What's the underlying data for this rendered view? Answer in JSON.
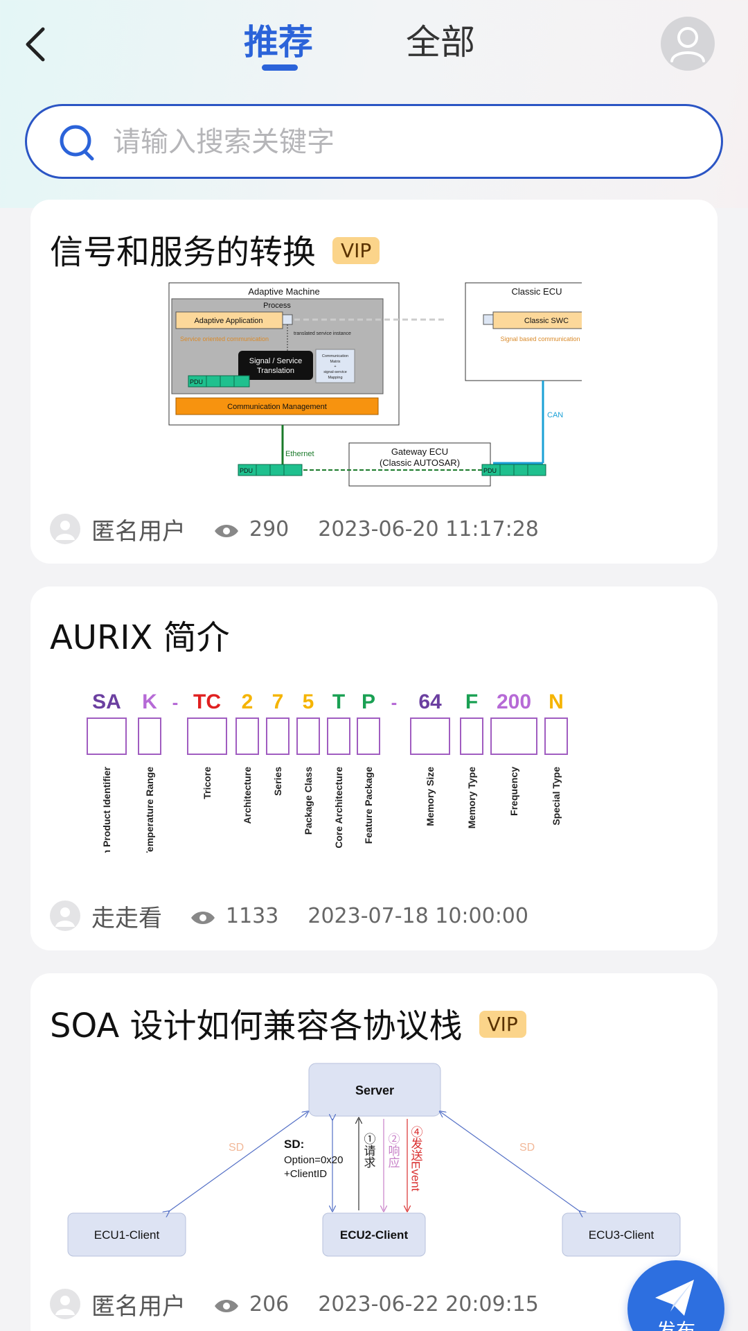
{
  "header": {
    "tabs": [
      {
        "label": "推荐",
        "active": true
      },
      {
        "label": "全部",
        "active": false
      }
    ],
    "accent_color": "#2b63d9"
  },
  "search": {
    "placeholder": "请输入搜索关键字",
    "value": ""
  },
  "articles": [
    {
      "title": "信号和服务的转换",
      "badge": "VIP",
      "author": "匿名用户",
      "views": "290",
      "date": "2023-06-20 11:17:28",
      "diagram": {
        "adaptive_machine": "Adaptive Machine",
        "process": "Process",
        "adaptive_application": "Adaptive Application",
        "translated_instance": "translated service instance",
        "service_comm": "Service oriented communication",
        "signal_service_1": "Signal / Service",
        "signal_service_2": "Translation",
        "comm_matrix_1": "Communication",
        "comm_matrix_2": "Matrix",
        "comm_matrix_3": "+",
        "comm_matrix_4": "signal-service",
        "comm_matrix_5": "Mapping",
        "pdu": "PDU",
        "comm_mgmt": "Communication Management",
        "classic_ecu": "Classic ECU",
        "classic_swc": "Classic SWC",
        "signal_comm": "Signal based communication",
        "can": "CAN",
        "ethernet": "Ethernet",
        "gateway_1": "Gateway ECU",
        "gateway_2": "(Classic AUTOSAR)"
      }
    },
    {
      "title": "AURIX 简介",
      "badge": "",
      "author": "走走看",
      "views": "1133",
      "date": "2023-07-18 10:00:00",
      "diagram": {
        "codes": [
          {
            "code": "SA",
            "color": "#6b3fa0",
            "label": "Infineon Product Identifier"
          },
          {
            "code": "K",
            "color": "#b66ad6",
            "label": "Temperature Range"
          },
          {
            "code": "-",
            "color": "#b66ad6",
            "label": ""
          },
          {
            "code": "TC",
            "color": "#e02020",
            "label": "Tricore"
          },
          {
            "code": "2",
            "color": "#f5b400",
            "label": "Architecture"
          },
          {
            "code": "7",
            "color": "#f5b400",
            "label": "Series"
          },
          {
            "code": "5",
            "color": "#f5b400",
            "label": "Package Class"
          },
          {
            "code": "T",
            "color": "#1aa053",
            "label": "Core Architecture"
          },
          {
            "code": "P",
            "color": "#1aa053",
            "label": "Feature Package"
          },
          {
            "code": "-",
            "color": "#b66ad6",
            "label": ""
          },
          {
            "code": "64",
            "color": "#6b3fa0",
            "label": "Memory Size"
          },
          {
            "code": "F",
            "color": "#1aa053",
            "label": "Memory Type"
          },
          {
            "code": "200",
            "color": "#b66ad6",
            "label": "Frequency"
          },
          {
            "code": "N",
            "color": "#f5b400",
            "label": "Special Type"
          }
        ]
      }
    },
    {
      "title": "SOA 设计如何兼容各协议栈",
      "badge": "VIP",
      "author": "匿名用户",
      "views": "206",
      "date": "2023-06-22 20:09:15",
      "diagram": {
        "server": "Server",
        "ecu1": "ECU1-Client",
        "ecu2": "ECU2-Client",
        "ecu3": "ECU3-Client",
        "sd_left": "SD",
        "sd_right": "SD",
        "sd_title": "SD:",
        "sd_opt1": "Option=0x20",
        "sd_opt2": "+ClientID",
        "step1": "①请求",
        "step2": "②响应",
        "step4": "④发送Event"
      }
    }
  ],
  "fab": {
    "label": "发布"
  }
}
